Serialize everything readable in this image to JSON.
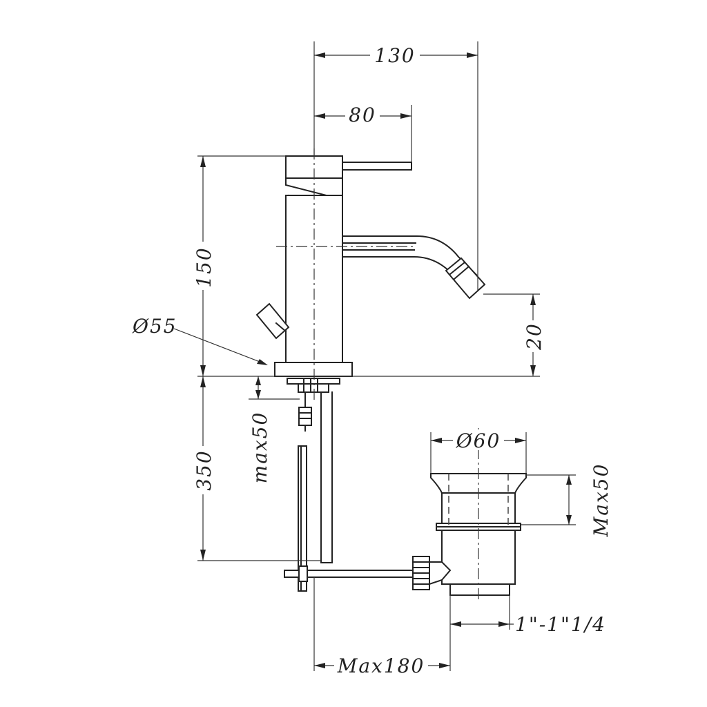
{
  "diagram": {
    "dimensions": {
      "overall_reach": "130",
      "lever_reach": "80",
      "body_height": "150",
      "base_diameter": "Ø55",
      "spout_height": "20",
      "deck_thickness": "max50",
      "pull_rod_length": "350",
      "waste_diameter": "Ø60",
      "waste_deck_thickness": "Max50",
      "waste_thread": "1\"-1\"1/4",
      "pull_rod_reach": "Max180"
    }
  }
}
